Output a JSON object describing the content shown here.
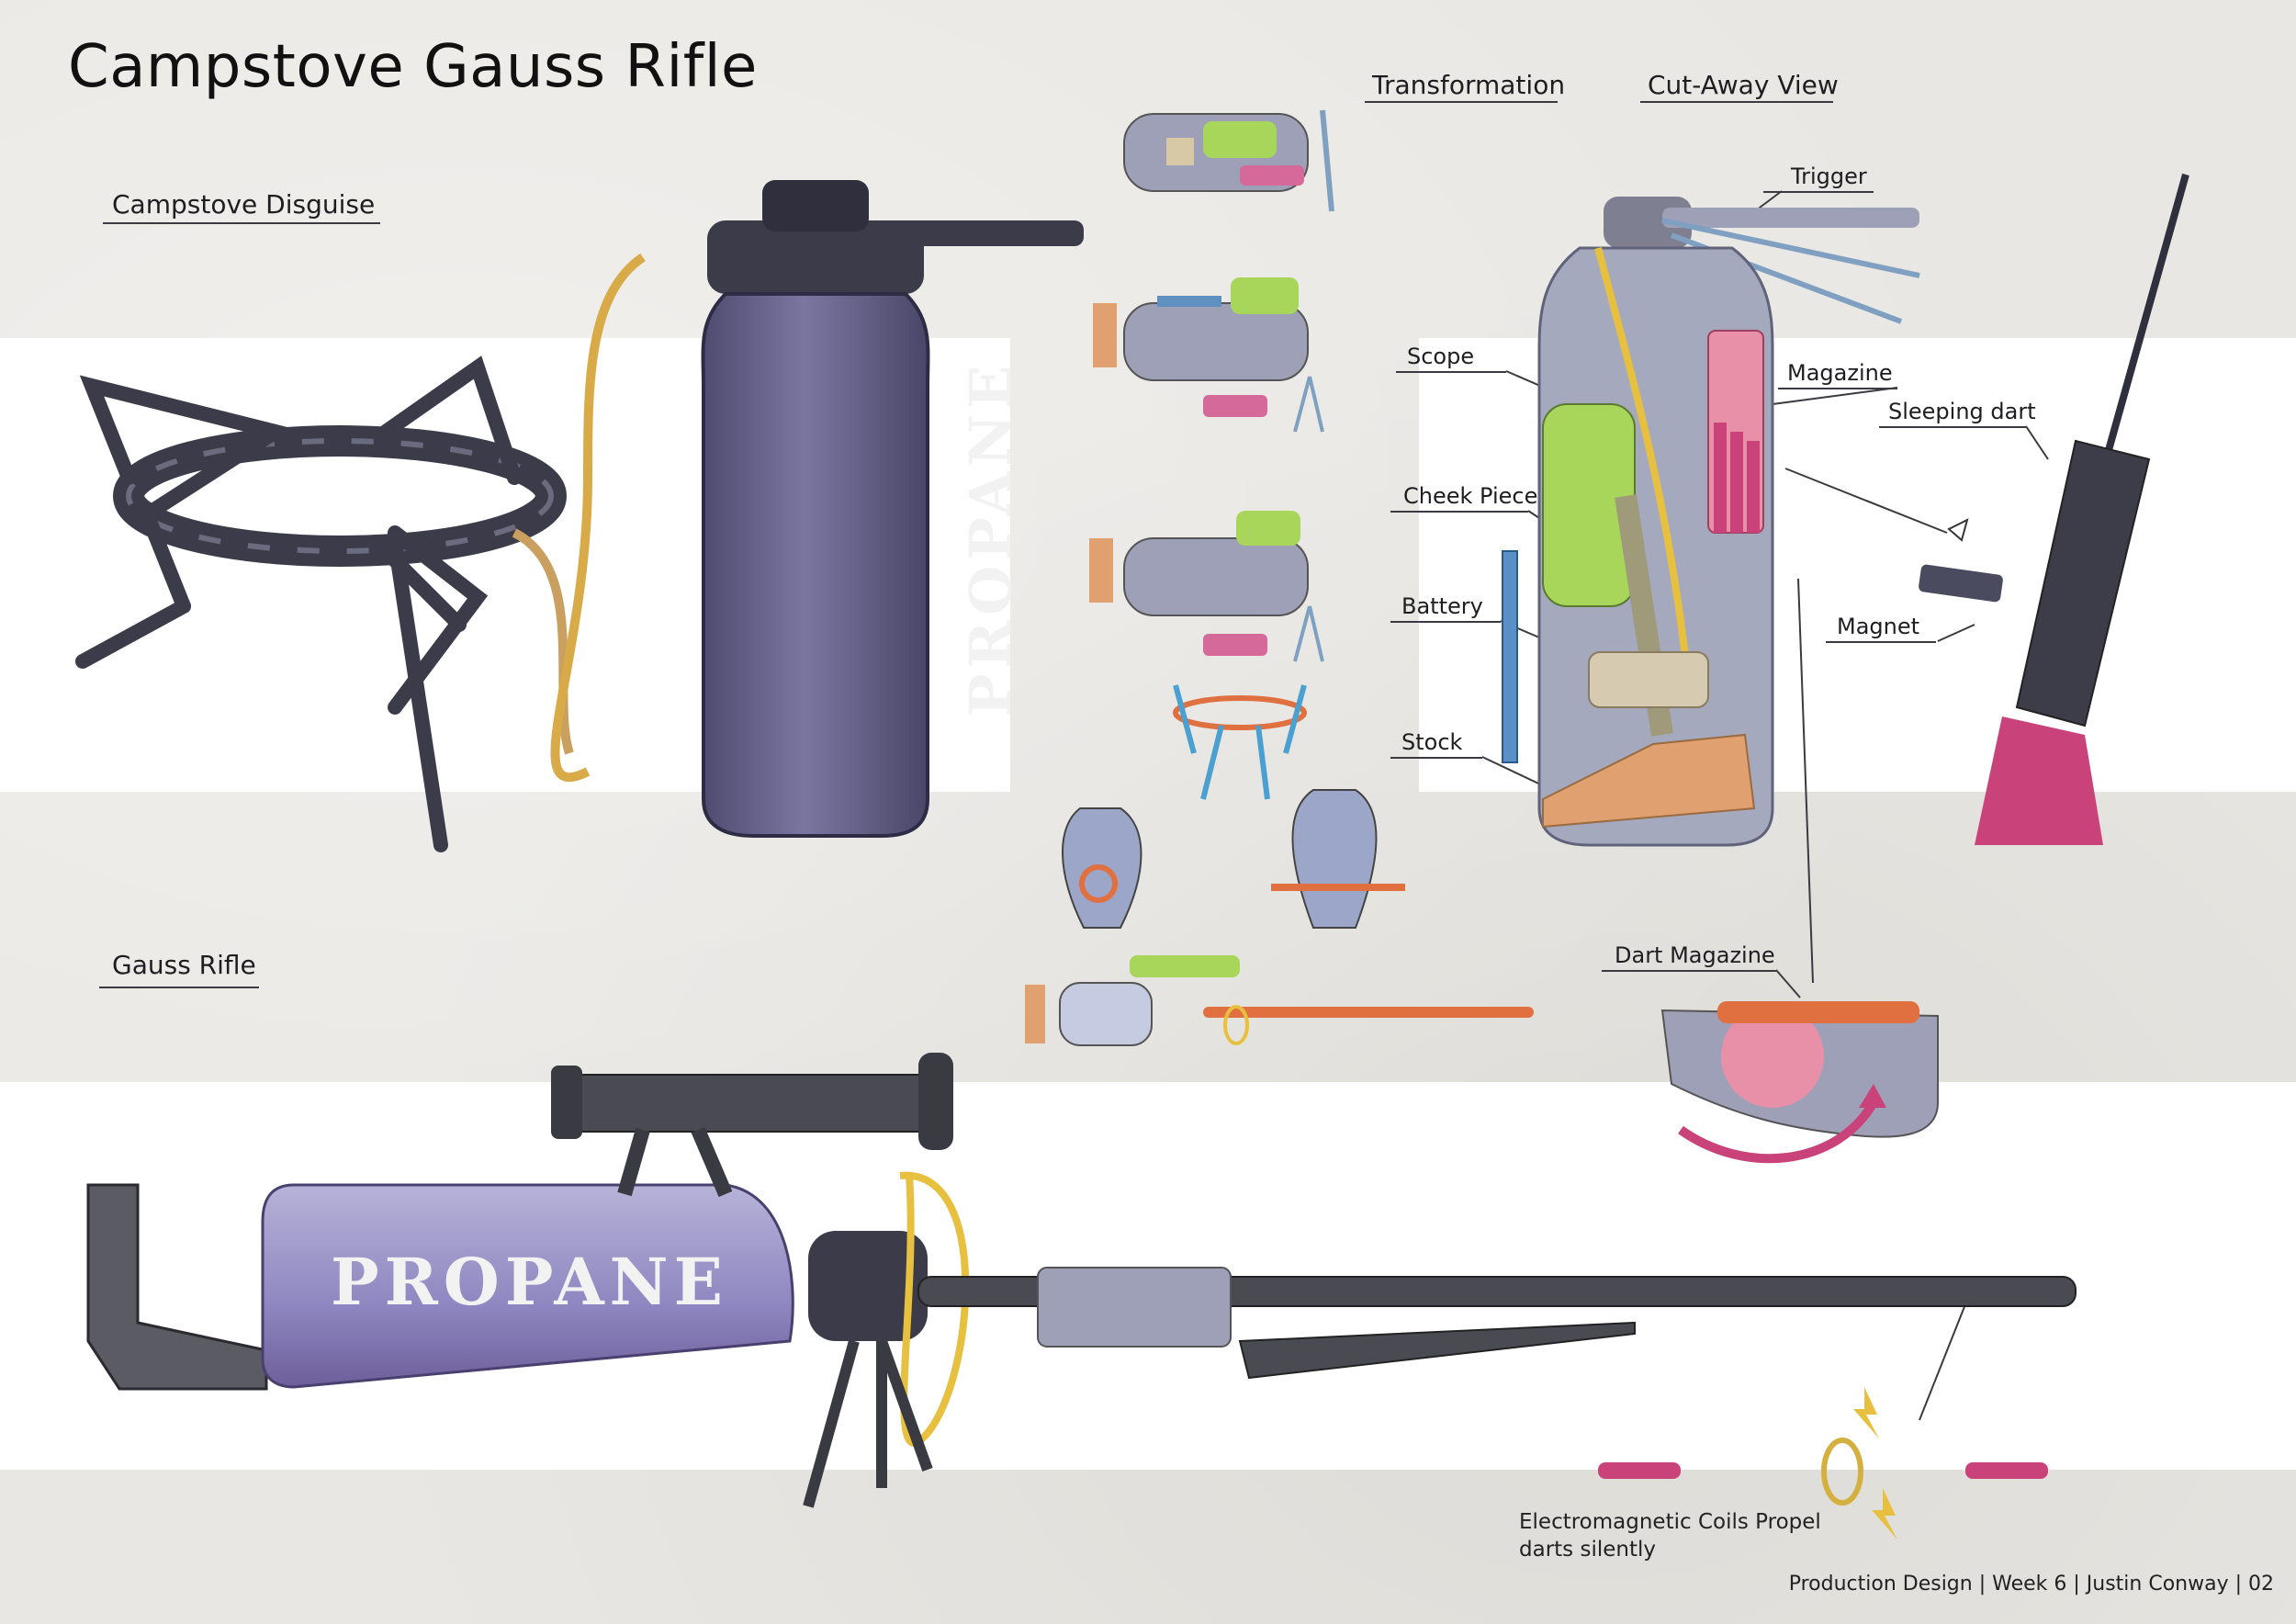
{
  "page": {
    "title": "Campstove Gauss Rifle",
    "footer": "Production Design | Week 6 | Justin Conway | 02"
  },
  "sections": {
    "campstove_disguise": "Campstove Disguise",
    "gauss_rifle": "Gauss Rifle",
    "transformation": "Transformation",
    "cutaway_view": "Cut-Away View"
  },
  "labels": {
    "trigger": "Trigger",
    "scope": "Scope",
    "magazine": "Magazine",
    "sleeping_dart": "Sleeping dart",
    "cheek_piece": "Cheek Piece",
    "battery": "Battery",
    "magnet": "Magnet",
    "stock": "Stock",
    "dart_magazine": "Dart Magazine"
  },
  "stencil": {
    "tank_text": "PROPANE"
  },
  "note": {
    "line1": "Electromagnetic Coils Propel",
    "line2": "darts silently"
  },
  "colors": {
    "tank_purple": "#6e6a8f",
    "hose_yellow": "#e8b64a",
    "scope_green": "#a8d65a",
    "dart_pink": "#c9437a",
    "stock_orange": "#e0a070",
    "frame_dark": "#3b3b4a",
    "metal_grey": "#55565e"
  }
}
